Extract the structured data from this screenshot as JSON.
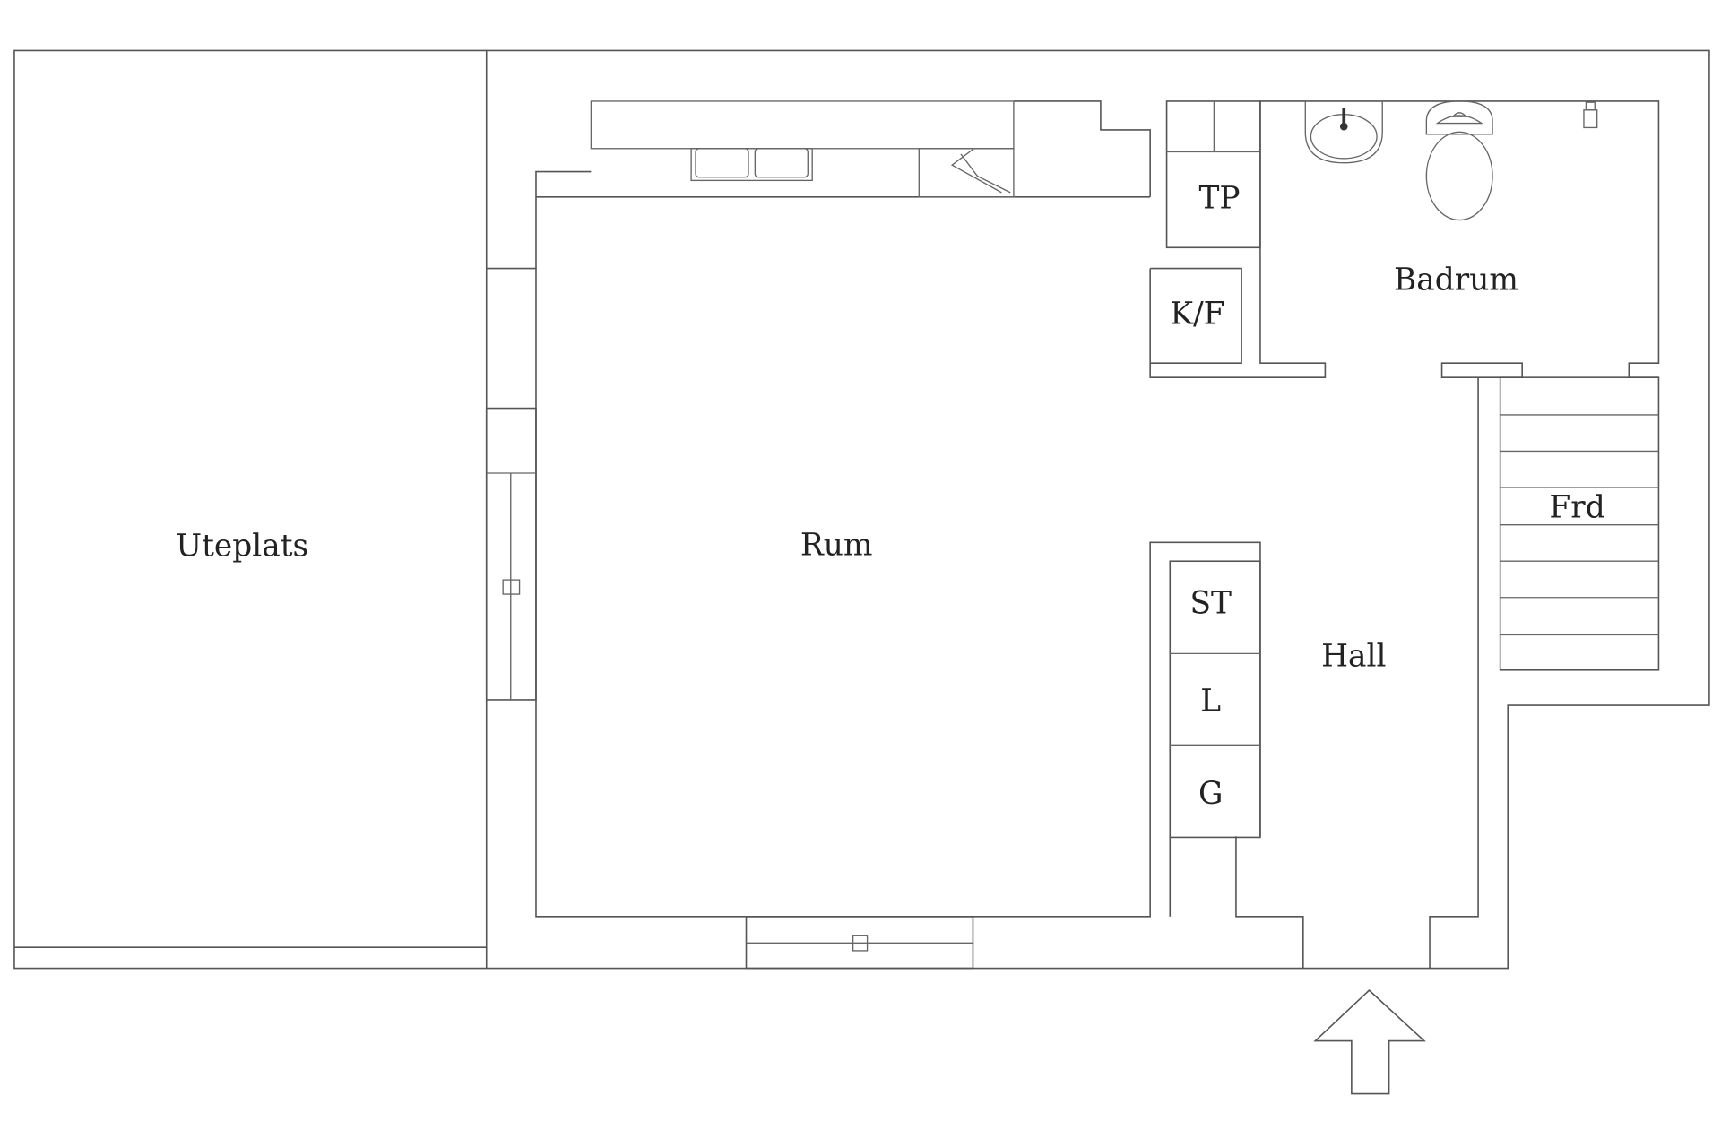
{
  "rooms": {
    "uteplats": "Uteplats",
    "rum": "Rum",
    "tp": "TP",
    "kf": "K/F",
    "badrum": "Badrum",
    "frd": "Frd",
    "st": "ST",
    "l": "L",
    "g": "G",
    "hall": "Hall"
  },
  "icons": {
    "entrance": "entrance-arrow-icon",
    "sink": "washbasin-icon",
    "toilet": "toilet-icon",
    "kitchen_sink": "kitchen-sink-icon",
    "stove": "stove-icon",
    "floor_drain": "floor-drain-icon"
  }
}
